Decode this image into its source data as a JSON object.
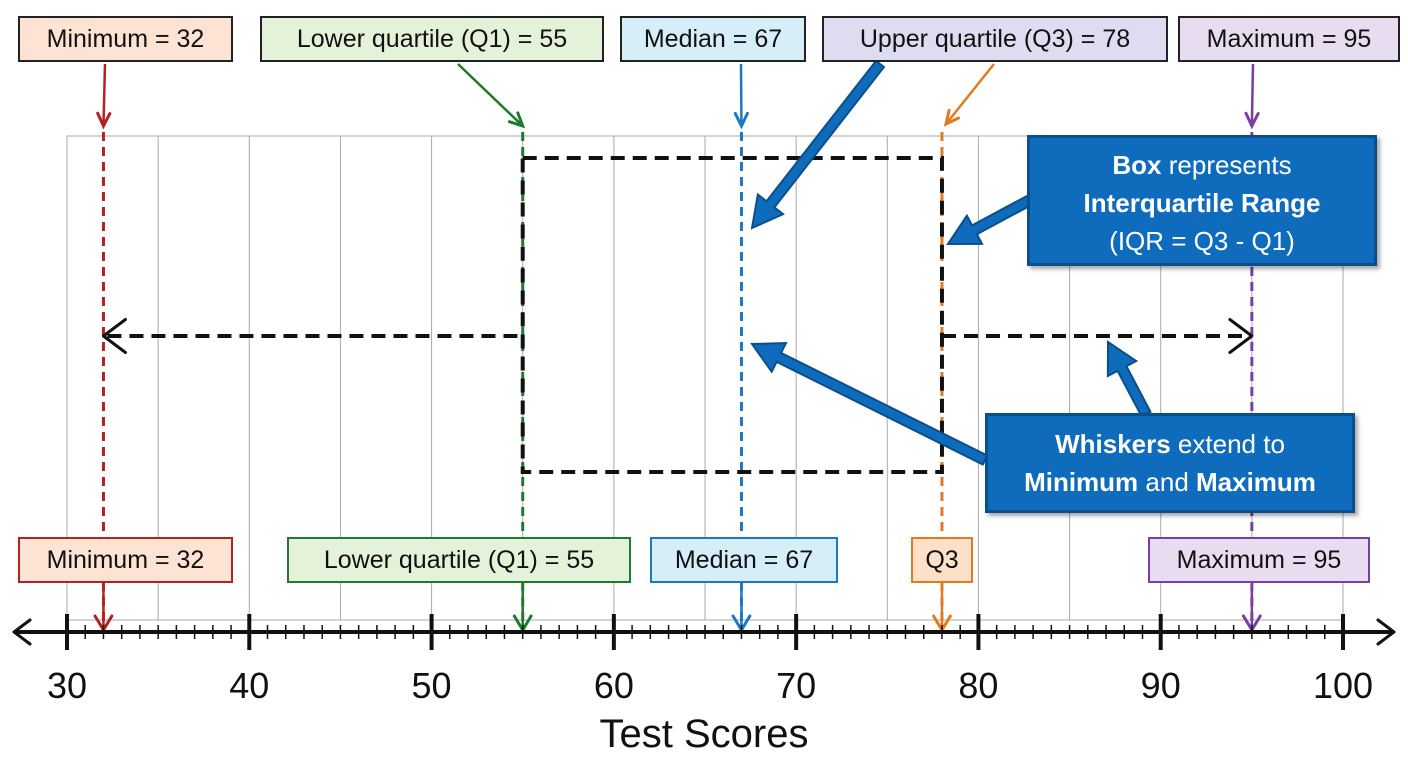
{
  "colors": {
    "minimum": "#b22222",
    "q1": "#1e7b2e",
    "median": "#1e78c0",
    "q3": "#e07b21",
    "maximum": "#7a3fa3",
    "callout": "#0f6cbd",
    "ink": "#111111"
  },
  "icons": [
    "arrow-down",
    "arrow-left",
    "arrow-right",
    "callout-arrow"
  ],
  "stats": {
    "minimum": 32,
    "q1": 55,
    "median": 67,
    "q3": 78,
    "maximum": 95
  },
  "axis": {
    "min": 30,
    "max": 100,
    "major_step": 10,
    "minor_step": 1,
    "ticks": [
      "30",
      "40",
      "50",
      "60",
      "70",
      "80",
      "90",
      "100"
    ],
    "title": "Test Scores"
  },
  "top_labels": {
    "minimum": "Minimum = 32",
    "q1": "Lower quartile (Q1) = 55",
    "median": "Median = 67",
    "q3": "Upper quartile (Q3) = 78",
    "maximum": "Maximum = 95"
  },
  "bottom_labels": {
    "minimum": "Minimum = 32",
    "q1": "Lower quartile (Q1) = 55",
    "median": "Median = 67",
    "q3": "Q3",
    "maximum": "Maximum = 95"
  },
  "callouts": {
    "box": {
      "line1_bold": "Box",
      "line1_rest": " represents",
      "line2": "Interquartile Range",
      "line3": "(IQR = Q3 - Q1)"
    },
    "whiskers": {
      "line1_bold": "Whiskers",
      "line1_rest": " extend to",
      "line2_bold_a": "Minimum",
      "line2_mid": " and ",
      "line2_bold_b": "Maximum"
    }
  }
}
